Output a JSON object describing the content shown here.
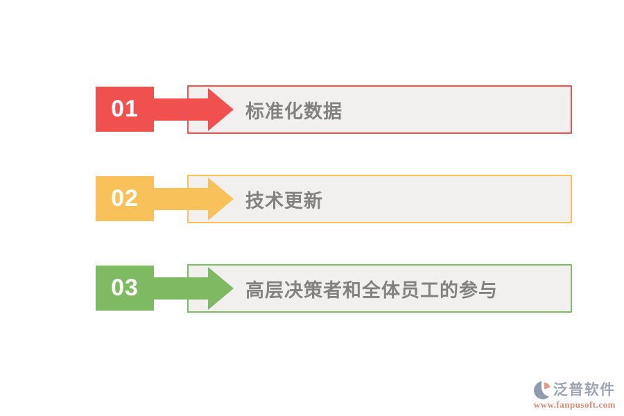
{
  "page": {
    "background": "#ffffff",
    "box_background": "#f1f0ef",
    "box_text_color": "#828282"
  },
  "items": [
    {
      "number": "01",
      "label": "标准化数据",
      "color": "#F0504E"
    },
    {
      "number": "02",
      "label": "技术更新",
      "color": "#F9C159"
    },
    {
      "number": "03",
      "label": "高层决策者和全体员工的参与",
      "color": "#7EBA61"
    }
  ],
  "footer_logo": {
    "name": "泛普软件",
    "url": "www.fanpusoft.com",
    "name_color": "#9aa6b2",
    "url_color": "#de8874",
    "icon_gray": "#8e9cad",
    "icon_salmon": "#e59a85"
  }
}
